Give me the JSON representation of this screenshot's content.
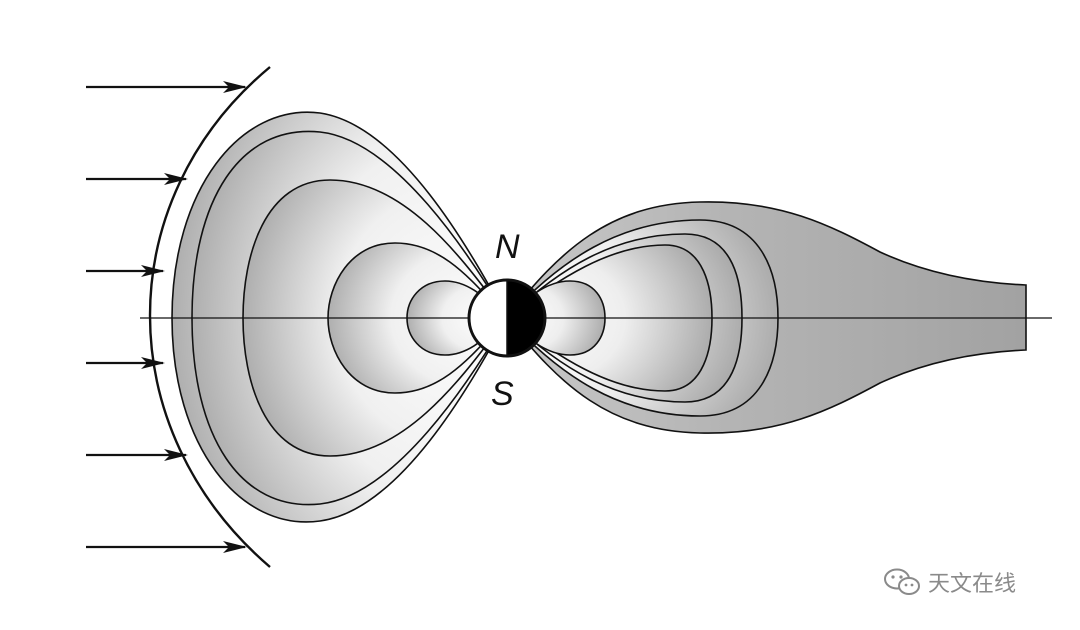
{
  "labels": {
    "north": "N",
    "south": "S"
  },
  "watermark": {
    "text": "天文在线",
    "icon": "wechat-icon"
  },
  "colors": {
    "line": "#111111",
    "field_shade": "#a9a9a9",
    "field_light": "#ffffff",
    "night_side": "#000000",
    "day_side": "#ffffff"
  },
  "solar_wind_arrows": 6
}
